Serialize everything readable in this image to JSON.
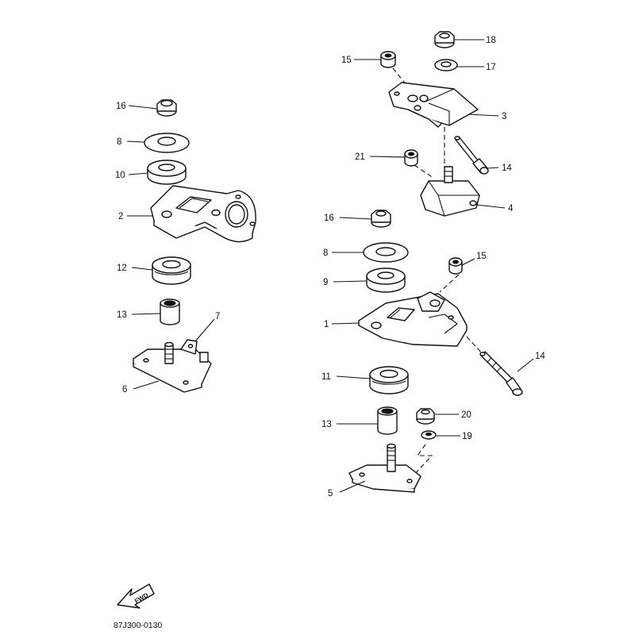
{
  "diagram": {
    "drawing_code": "87J300-0130",
    "fwd_label": "FWD",
    "callouts": {
      "l16": "16",
      "l8": "8",
      "l10": "10",
      "l2": "2",
      "l12": "12",
      "l13": "13",
      "l7": "7",
      "l6": "6",
      "r18": "18",
      "r15a": "15",
      "r17": "17",
      "r3": "3",
      "r21": "21",
      "r14a": "14",
      "r4": "4",
      "r16": "16",
      "r8": "8",
      "r9": "9",
      "r15b": "15",
      "r1": "1",
      "r14b": "14",
      "r11": "11",
      "r13": "13",
      "r20": "20",
      "r19": "19",
      "r5": "5"
    }
  }
}
